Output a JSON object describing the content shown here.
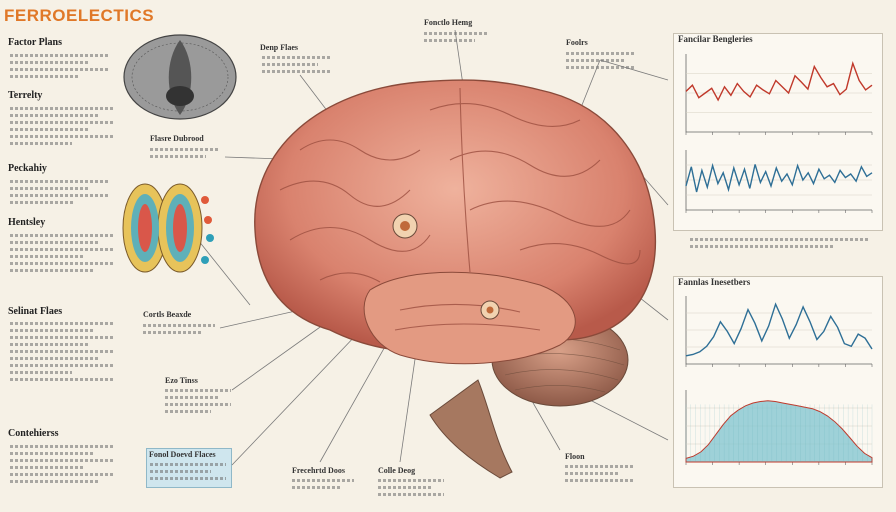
{
  "title": "FERROELECTICS",
  "left_sections": [
    {
      "heading": "Factor Plans"
    },
    {
      "heading": "Terrelty"
    },
    {
      "heading": "Peckahiy"
    },
    {
      "heading": "Hentsley"
    },
    {
      "heading": "Selinat Flaes"
    },
    {
      "heading": "Contehierss"
    }
  ],
  "callouts": [
    {
      "heading": "Denp Flaes"
    },
    {
      "heading": "Flasre Dubrood"
    },
    {
      "heading": "Fonctlo Hemg"
    },
    {
      "heading": "Foolrs"
    },
    {
      "heading": "Cortls Beaxde"
    },
    {
      "heading": "Ezo Tinss"
    },
    {
      "heading": "Fonol Doevd Flaces"
    },
    {
      "heading": "Frecehrtd Doos"
    },
    {
      "heading": "Colle Deog"
    },
    {
      "heading": "Floon"
    }
  ],
  "right_panels": [
    {
      "heading": "Fancilar Bengleries"
    },
    {
      "heading": "Fannlas Inesetbers"
    }
  ],
  "chart_data": [
    {
      "type": "line",
      "title": "Fancilar Bengleries",
      "y": [
        52,
        60,
        44,
        50,
        56,
        41,
        58,
        47,
        62,
        52,
        45,
        60,
        54,
        49,
        66,
        58,
        50,
        72,
        64,
        55,
        84,
        70,
        58,
        62,
        48,
        55,
        88,
        66,
        54,
        60
      ],
      "color": "#c0392b"
    },
    {
      "type": "line",
      "y": [
        40,
        72,
        30,
        66,
        38,
        74,
        44,
        62,
        34,
        70,
        42,
        68,
        36,
        76,
        46,
        64,
        40,
        70,
        48,
        60,
        42,
        74,
        50,
        62,
        44,
        68,
        52,
        58,
        46,
        66,
        54,
        60,
        48,
        72,
        56,
        62
      ],
      "color": "#2e6f96"
    },
    {
      "type": "line",
      "title": "Fannlas Inesetbers",
      "y": [
        12,
        14,
        18,
        26,
        40,
        62,
        48,
        30,
        52,
        80,
        60,
        34,
        56,
        88,
        66,
        38,
        58,
        84,
        62,
        36,
        48,
        70,
        54,
        30,
        26,
        44,
        38,
        22
      ],
      "color": "#2e6f96"
    },
    {
      "type": "area",
      "y": [
        5,
        8,
        14,
        24,
        38,
        52,
        64,
        72,
        78,
        82,
        84,
        85,
        84,
        82,
        80,
        78,
        76,
        74,
        70,
        64,
        56,
        46,
        34,
        22,
        12,
        6
      ],
      "color": "#7fc4cf"
    }
  ],
  "colors": {
    "title": "#e07828",
    "chart_line_red": "#c0392b",
    "chart_line_blue": "#2e6f96",
    "area_fill": "#7fc4cf",
    "note_fill": "#cfe6ee"
  }
}
